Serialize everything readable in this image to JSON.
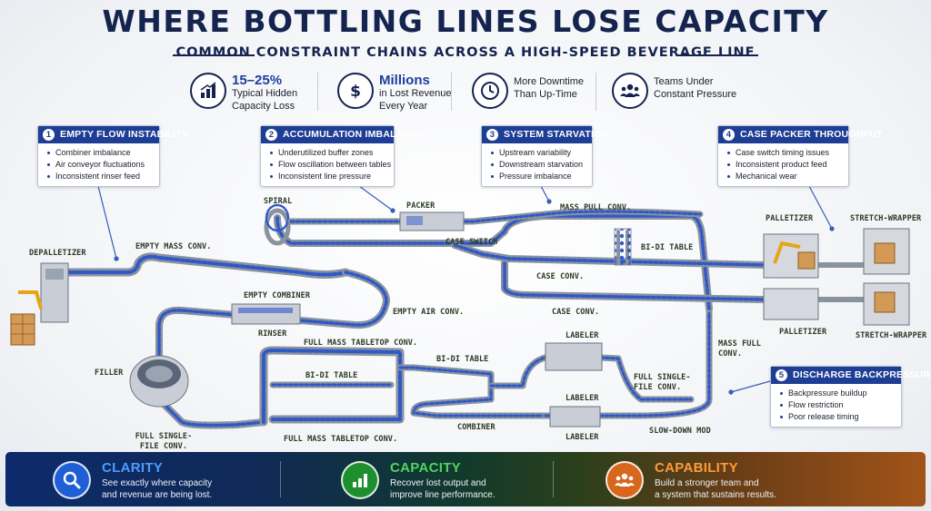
{
  "header": {
    "title": "WHERE BOTTLING LINES LOSE CAPACITY",
    "subtitle": "COMMON CONSTRAINT CHAINS ACROSS A HIGH-SPEED BEVERAGE LINE"
  },
  "stats": [
    {
      "icon": "bar-chart-icon",
      "big": "15–25%",
      "line1": "Typical Hidden",
      "line2": "Capacity Loss"
    },
    {
      "icon": "dollar-icon",
      "big": "Millions",
      "line1": "in Lost Revenue",
      "line2": "Every Year"
    },
    {
      "icon": "clock-icon",
      "big": "",
      "line1": "More Downtime",
      "line2": "Than Up-Time"
    },
    {
      "icon": "team-icon",
      "big": "",
      "line1": "Teams Under",
      "line2": "Constant Pressure"
    }
  ],
  "callouts": [
    {
      "num": "1",
      "title": "EMPTY FLOW INSTABILITY",
      "items": [
        "Combiner imbalance",
        "Air conveyor fluctuations",
        "Inconsistent rinser feed"
      ]
    },
    {
      "num": "2",
      "title": "ACCUMULATION IMBALANCE",
      "items": [
        "Underutilized buffer zones",
        "Flow oscillation between tables",
        "Inconsistent line pressure"
      ]
    },
    {
      "num": "3",
      "title": "SYSTEM STARVATION",
      "items": [
        "Upstream variability",
        "Downstream starvation",
        "Pressure imbalance"
      ]
    },
    {
      "num": "4",
      "title": "CASE PACKER THROUGHPUT",
      "items": [
        "Case switch timing issues",
        "Inconsistent product feed",
        "Mechanical wear"
      ]
    },
    {
      "num": "5",
      "title": "DISCHARGE BACKPRESSURE",
      "items": [
        "Backpressure buildup",
        "Flow restriction",
        "Poor release timing"
      ]
    }
  ],
  "equipment_labels": {
    "depalletizer": "DEPALLETIZER",
    "empty_mass_conv": "EMPTY MASS CONV.",
    "spiral": "SPIRAL",
    "packer": "PACKER",
    "mass_pull_conv": "MASS PULL CONV.",
    "case_switch": "CASE SWITCH",
    "bidi_table_top": "BI-DI TABLE",
    "palletizer_top": "PALLETIZER",
    "stretch_wrapper_top": "STRETCH-WRAPPER",
    "case_conv_1": "CASE CONV.",
    "case_conv_2": "CASE CONV.",
    "empty_combiner": "EMPTY COMBINER",
    "empty_air_conv": "EMPTY AIR CONV.",
    "rinser": "RINSER",
    "palletizer_bottom": "PALLETIZER",
    "stretch_wrapper_bottom": "STRETCH-WRAPPER",
    "filler": "FILLER",
    "full_mass_tabletop_top": "FULL MASS TABLETOP CONV.",
    "bidi_table_mid": "BI-DI TABLE",
    "bidi_table_left": "BI-DI TABLE",
    "labeler_top": "LABELER",
    "mass_full_conv": "MASS FULL CONV.",
    "full_single_file_right": "FULL SINGLE-FILE CONV.",
    "labeler_mid": "LABELER",
    "labeler_bottom": "LABELER",
    "combiner": "COMBINER",
    "slow_down_mod": "SLOW-DOWN MOD",
    "full_single_file_left": "FULL SINGLE-FILE CONV.",
    "full_mass_tabletop_bottom": "FULL MASS TABLETOP CONV."
  },
  "footer": [
    {
      "icon": "magnifier-icon",
      "title": "CLARITY",
      "line1": "See exactly where capacity",
      "line2": "and revenue are being lost.",
      "color": "#3f8dff"
    },
    {
      "icon": "growth-chart-icon",
      "title": "CAPACITY",
      "line1": "Recover lost output and",
      "line2": "improve line performance.",
      "color": "#3fcf4a"
    },
    {
      "icon": "team-icon",
      "title": "CAPABILITY",
      "line1": "Build a stronger team and",
      "line2": "a system that sustains results.",
      "color": "#ff8a2a"
    }
  ],
  "colors": {
    "navy": "#14244f",
    "callout_header": "#1e3d94",
    "conveyor": "#8a929e",
    "bottle": "#2f58c8"
  }
}
